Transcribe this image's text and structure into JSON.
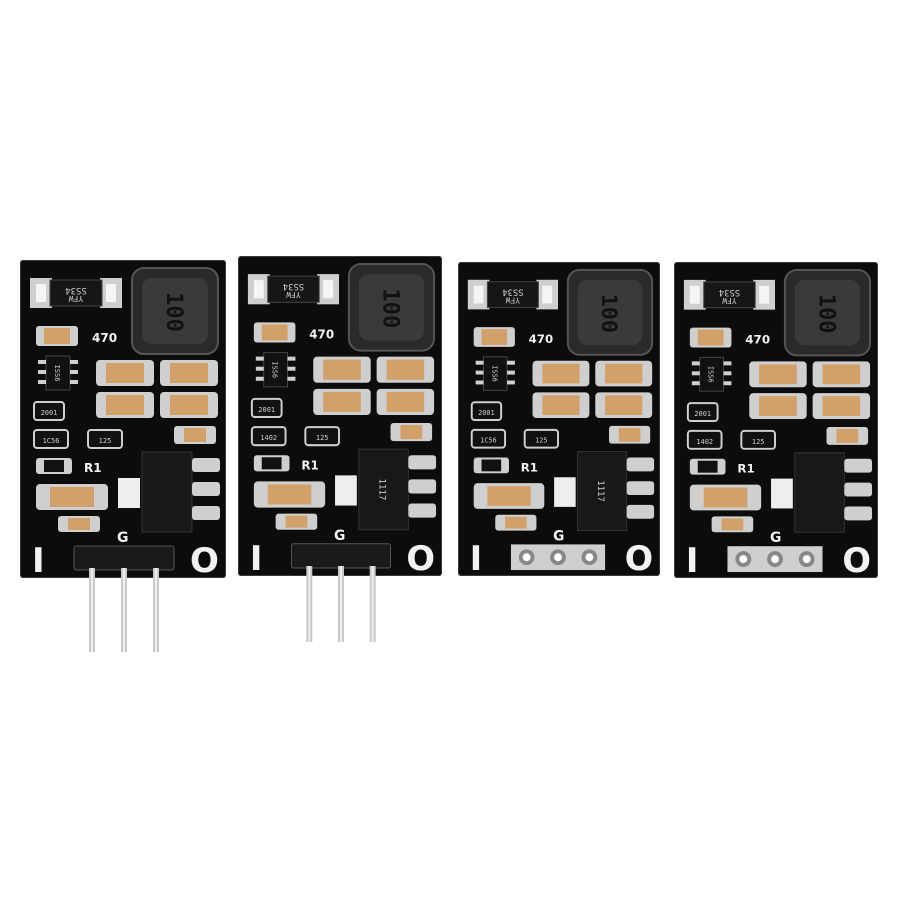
{
  "colors": {
    "background": "#ffffff",
    "pcb": "#0c0c0c",
    "pad": "#cfcfcf",
    "capacitor": "#d2a06a",
    "inductor": "#2a2a2a",
    "pin": "#c9c9c9"
  },
  "modules": [
    {
      "inductor_label": "100",
      "resistor_label": "470",
      "diode_label": "SS34",
      "diode_sub": "YFW",
      "ic_label": "ISS6",
      "small_a": "2001",
      "small_b": "1C56",
      "small_c": "125",
      "r1_label": "R1",
      "g_label": "G",
      "i_label": "I",
      "o_label": "O",
      "regulator_label": "",
      "header": "straight"
    },
    {
      "inductor_label": "100",
      "resistor_label": "470",
      "diode_label": "SS34",
      "diode_sub": "YFW",
      "ic_label": "ISS6",
      "small_a": "2001",
      "small_b": "1402",
      "small_c": "125",
      "r1_label": "R1",
      "g_label": "G",
      "i_label": "I",
      "o_label": "O",
      "regulator_label": "1117",
      "header": "angled"
    },
    {
      "inductor_label": "100",
      "resistor_label": "470",
      "diode_label": "SS34",
      "diode_sub": "YFW",
      "ic_label": "ISS6",
      "small_a": "2001",
      "small_b": "1C56",
      "small_c": "125",
      "r1_label": "R1",
      "g_label": "G",
      "i_label": "I",
      "o_label": "O",
      "regulator_label": "1117",
      "header": "none"
    },
    {
      "inductor_label": "100",
      "resistor_label": "470",
      "diode_label": "SS34",
      "diode_sub": "YFW",
      "ic_label": "ISS6",
      "small_a": "2001",
      "small_b": "1402",
      "small_c": "125",
      "r1_label": "R1",
      "g_label": "G",
      "i_label": "I",
      "o_label": "O",
      "regulator_label": "",
      "header": "none"
    }
  ]
}
